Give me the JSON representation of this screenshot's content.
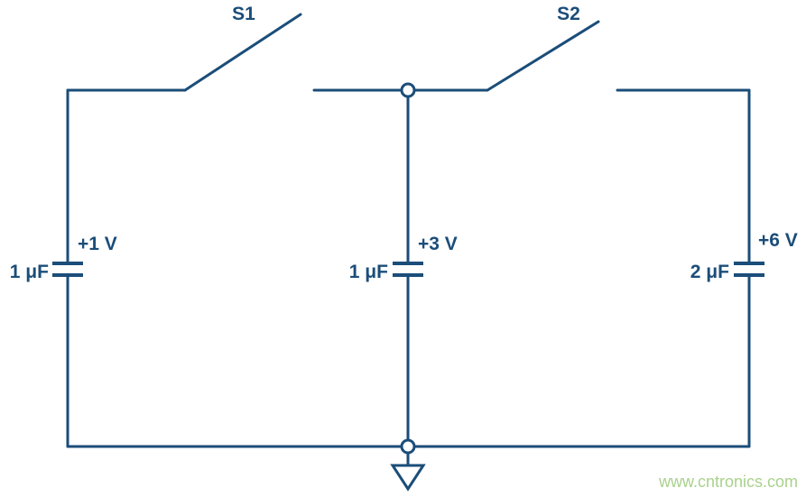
{
  "diagram": {
    "type": "circuit-schematic",
    "labels": {
      "switch1": "S1",
      "switch2": "S2"
    },
    "capacitors": [
      {
        "value": "1 μF",
        "voltage": "+1 V"
      },
      {
        "value": "1 μF",
        "voltage": "+3 V"
      },
      {
        "value": "2 μF",
        "voltage": "+6 V"
      }
    ],
    "watermark": "www.cntronics.com",
    "colors": {
      "wire": "#1b4d79",
      "watermark_green": "#a9d18c",
      "background": "#ffffff"
    }
  }
}
